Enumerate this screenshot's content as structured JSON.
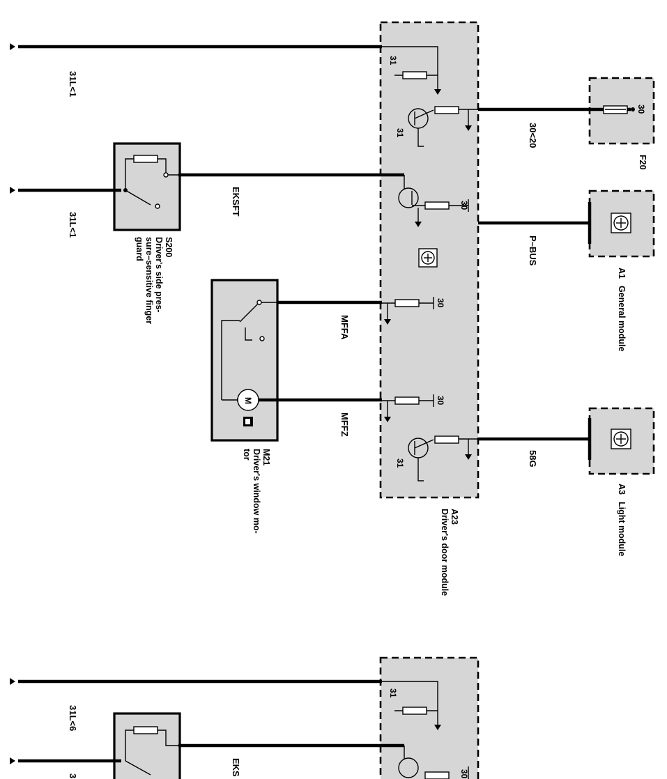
{
  "modules": {
    "a23": {
      "code": "A23",
      "name": "Driver's door module"
    },
    "f20": {
      "code": "F20"
    },
    "a1": {
      "code": "A1",
      "name": "General module"
    },
    "a3": {
      "code": "A3",
      "name": "Light module"
    },
    "s200": {
      "code": "S200",
      "name_lines": [
        "Driver's side pres-",
        "sure–sensitive finger",
        "guard"
      ]
    },
    "m21": {
      "code": "M21",
      "name_lines": [
        "Driver's window mo-",
        "tor"
      ]
    },
    "motor_symbol": "M"
  },
  "wires": {
    "w1": "31L<1",
    "w2": "31L<1",
    "w3": "31L<6",
    "w4": "3",
    "w5": "30<20",
    "pbus": "P–BUS",
    "eksft": "EKSFT",
    "eksft_cut": "EKS",
    "mffa": "MFFA",
    "mffz": "MFFZ",
    "g58": "58G"
  },
  "pins": {
    "p31": "31",
    "p30": "30"
  }
}
